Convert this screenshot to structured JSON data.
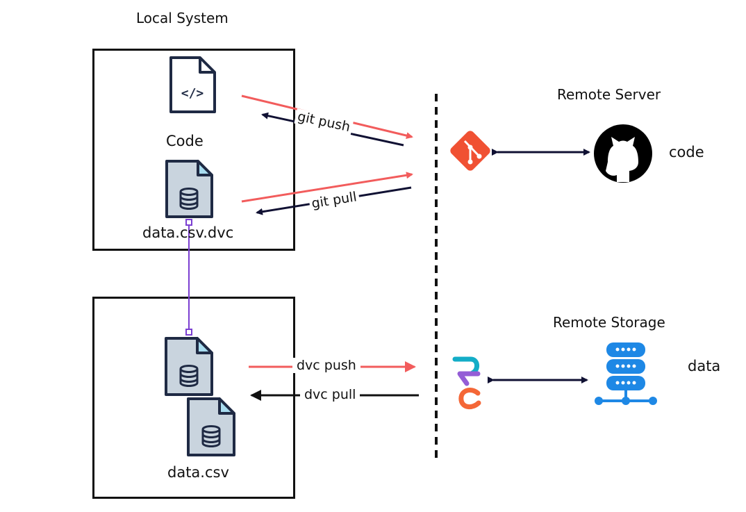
{
  "local": {
    "title": "Local System",
    "code_label": "Code",
    "dvc_file_label": "data.csv.dvc",
    "data_label": "data.csv"
  },
  "arrows": {
    "git_push": "git push",
    "git_pull": "git pull",
    "dvc_push": "dvc push",
    "dvc_pull": "dvc pull"
  },
  "remote_server": {
    "title": "Remote Server",
    "label": "code"
  },
  "remote_storage": {
    "title": "Remote Storage",
    "label": "data"
  },
  "colors": {
    "push": "#f25c5c",
    "pull": "#101133",
    "link": "#7b3fd1",
    "git_logo": "#f05133",
    "dvc_cyan": "#13adc7",
    "dvc_purple": "#945dd6",
    "dvc_orange": "#f46737",
    "storage_blue": "#1e88e5",
    "file_fill": "#c9d4de",
    "file_corner": "#a8dcef"
  }
}
